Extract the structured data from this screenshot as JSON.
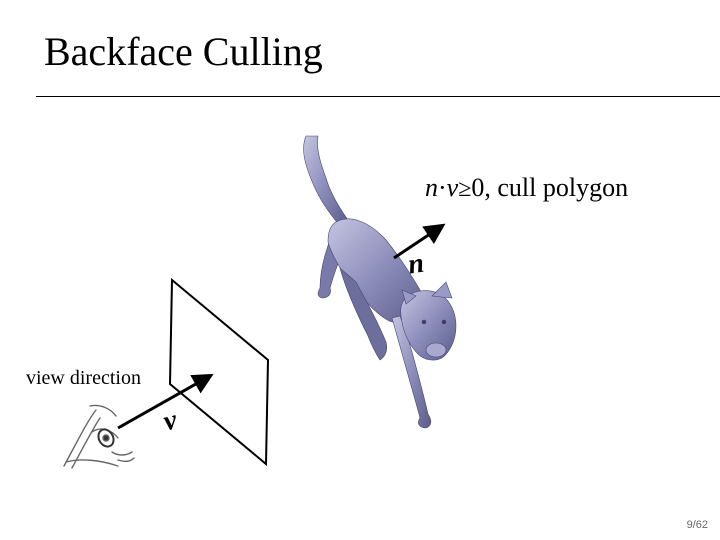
{
  "slide": {
    "title": "Backface Culling",
    "condition": {
      "expr_n": "n",
      "expr_dot": "·",
      "expr_v": "v",
      "expr_ge": "≥",
      "expr_zero": "0",
      "suffix": ", cull polygon"
    },
    "view_label": "view direction",
    "normal_label": "n",
    "vector_label": "v",
    "page_number": "9/62"
  },
  "colors": {
    "model_fill": "#8e8ebc",
    "model_shadow": "#5c5c8a",
    "model_highlight": "#c4c4e0",
    "ink": "#000000"
  },
  "icons": [
    "eye-icon",
    "cat-model"
  ]
}
